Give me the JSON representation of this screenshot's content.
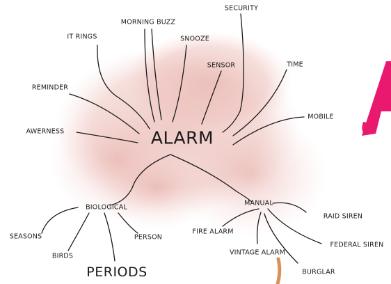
{
  "center": "ALARM",
  "branches": {
    "it_rings": "IT RINGS",
    "morning_buzz": "MORNING BUZZ",
    "snooze": "SNOOZE",
    "security": "SECURITY",
    "sensor": "SENSOR",
    "time": "TIME",
    "reminder": "REMINDER",
    "awerness": "AWERNESS",
    "mobile": "MOBILE",
    "biological": "BIOLOGICAL",
    "manual": "MANUAL"
  },
  "biological_children": {
    "seasons": "SEASONS",
    "birds": "BIRDS",
    "periods": "PERIODS",
    "person": "PERSON"
  },
  "manual_children": {
    "fire_alarm": "FIRE ALARM",
    "vintage_alarm": "VINTAGE ALARM",
    "federal_siren": "FEDERAL SIREN",
    "raid_siren": "RAID SIREN",
    "burglar": "BURGLAR"
  },
  "decor": {
    "background_blob_color": "#e9b7b2",
    "accent_color": "#e8196e",
    "stroke_color": "#c97a3f",
    "partial_letter": "A"
  }
}
